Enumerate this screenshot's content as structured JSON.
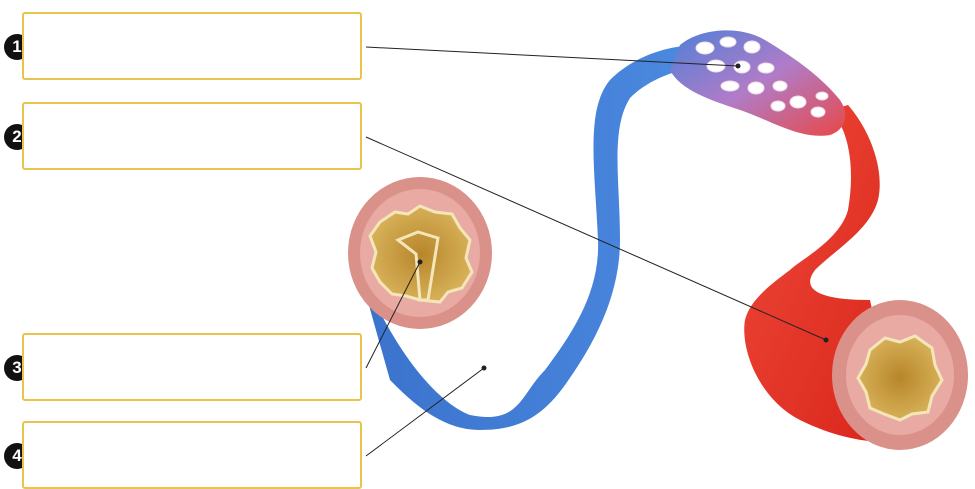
{
  "labels": [
    {
      "number": "1",
      "text": ""
    },
    {
      "number": "2",
      "text": ""
    },
    {
      "number": "3",
      "text": ""
    },
    {
      "number": "4",
      "text": ""
    }
  ],
  "colors": {
    "box_border": "#e8c44c",
    "vein": "#3b78d0",
    "artery": "#ee3a2a",
    "lumen": "#c9a24a",
    "wall": "#e0a09a",
    "capillary_outline": "#d8a8d8"
  }
}
